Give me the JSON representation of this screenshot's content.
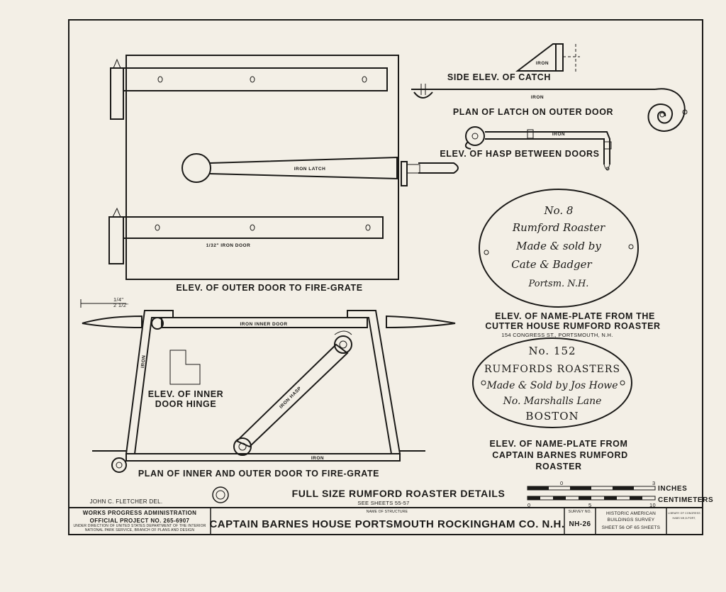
{
  "labels": {
    "side_elev_catch": "SIDE ELEV. OF CATCH",
    "iron_catch": "IRON",
    "plan_latch": "PLAN OF LATCH ON OUTER DOOR",
    "iron_latch_plan": "IRON",
    "elev_hasp": "ELEV. OF HASP BETWEEN DOORS",
    "iron_hasp_elev": "IRON",
    "iron_latch": "IRON LATCH",
    "iron_door": "1/32\" IRON DOOR",
    "elev_outer_door": "ELEV. OF OUTER DOOR TO FIRE-GRATE",
    "dim_top": "1/4\"",
    "dim_bottom": "2 1/2\"",
    "iron_inner_door": "IRON INNER DOOR",
    "iron_vertical": "IRON",
    "iron_hasp_diag": "IRON HASP",
    "elev_inner_hinge_1": "ELEV. OF INNER",
    "elev_inner_hinge_2": "DOOR HINGE",
    "iron_bottom": "IRON",
    "plan_inner_outer": "PLAN OF INNER AND OUTER DOOR TO FIRE-GRATE",
    "nameplate1_caption_1": "ELEV. OF NAME-PLATE FROM THE",
    "nameplate1_caption_2": "CUTTER HOUSE RUMFORD ROASTER",
    "nameplate1_caption_3": "154 CONGRESS ST., PORTSMOUTH, N.H.",
    "nameplate2_caption_1": "ELEV. OF NAME-PLATE FROM",
    "nameplate2_caption_2": "CAPTAIN BARNES RUMFORD",
    "nameplate2_caption_3": "ROASTER"
  },
  "nameplate1": {
    "line1": "No. 8",
    "line2": "Rumford Roaster",
    "line3": "Made & sold by",
    "line4": "Cate & Badger",
    "line5": "Portsm. N.H."
  },
  "nameplate2": {
    "line1": "No. 152",
    "line2": "RUMFORDS ROASTERS",
    "line3": "Made & Sold by Jos Howe",
    "line4": "No. Marshalls Lane",
    "line5": "BOSTON"
  },
  "footer": {
    "title": "FULL SIZE RUMFORD ROASTER DETAILS",
    "see_sheets": "SEE SHEETS 55-57",
    "delineator": "JOHN C. FLETCHER DEL.",
    "scale_inches_label": "INCHES",
    "scale_cm_label": "CENTIMETERS",
    "scale_inch_ticks": [
      "0",
      "3"
    ],
    "scale_cm_ticks": [
      "0",
      "5",
      "10"
    ]
  },
  "title_block": {
    "wpa_1": "WORKS PROGRESS ADMINISTRATION",
    "wpa_2": "OFFICIAL PROJECT NO. 265-6907",
    "wpa_3": "UNDER DIRECTION OF UNITED STATES DEPARTMENT OF THE INTERIOR",
    "wpa_4": "NATIONAL PARK SERVICE, BRANCH OF PLANS AND DESIGN",
    "structure_label": "NAME OF STRUCTURE",
    "structure_name": "CAPTAIN BARNES HOUSE PORTSMOUTH ROCKINGHAM CO. N.H.",
    "survey_label": "SURVEY NO.",
    "survey_no": "NH-26",
    "habs_1": "HISTORIC AMERICAN",
    "habs_2": "BUILDINGS SURVEY",
    "sheet_text": "SHEET 56 OF 65 SHEETS",
    "lc_1": "LIBRARY OF CONGRESS",
    "lc_2": "HABS NH,8-PORT,"
  }
}
